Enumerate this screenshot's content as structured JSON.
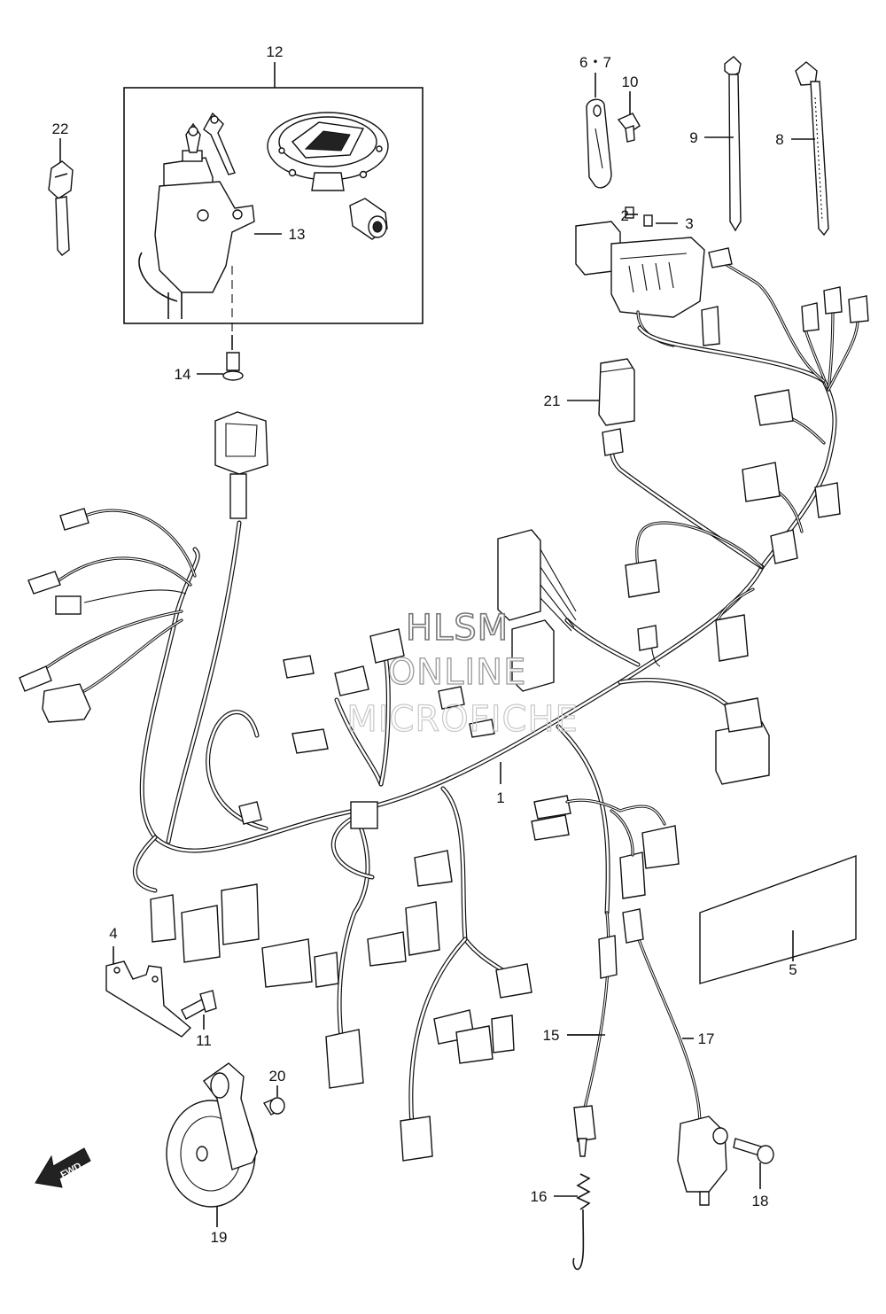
{
  "labels": {
    "l1": "1",
    "l2": "2",
    "l3": "3",
    "l4": "4",
    "l5": "5",
    "l67": "6・7",
    "l8": "8",
    "l9": "9",
    "l10": "10",
    "l11": "11",
    "l12": "12",
    "l13": "13",
    "l14": "14",
    "l15": "15",
    "l16": "16",
    "l17": "17",
    "l18": "18",
    "l19": "19",
    "l20": "20",
    "l21": "21",
    "l22": "22"
  },
  "watermark": {
    "line1": "HLSM",
    "line2": "ONLINE",
    "line3": "MICROFICHE"
  },
  "direction": {
    "label": "FWD"
  }
}
